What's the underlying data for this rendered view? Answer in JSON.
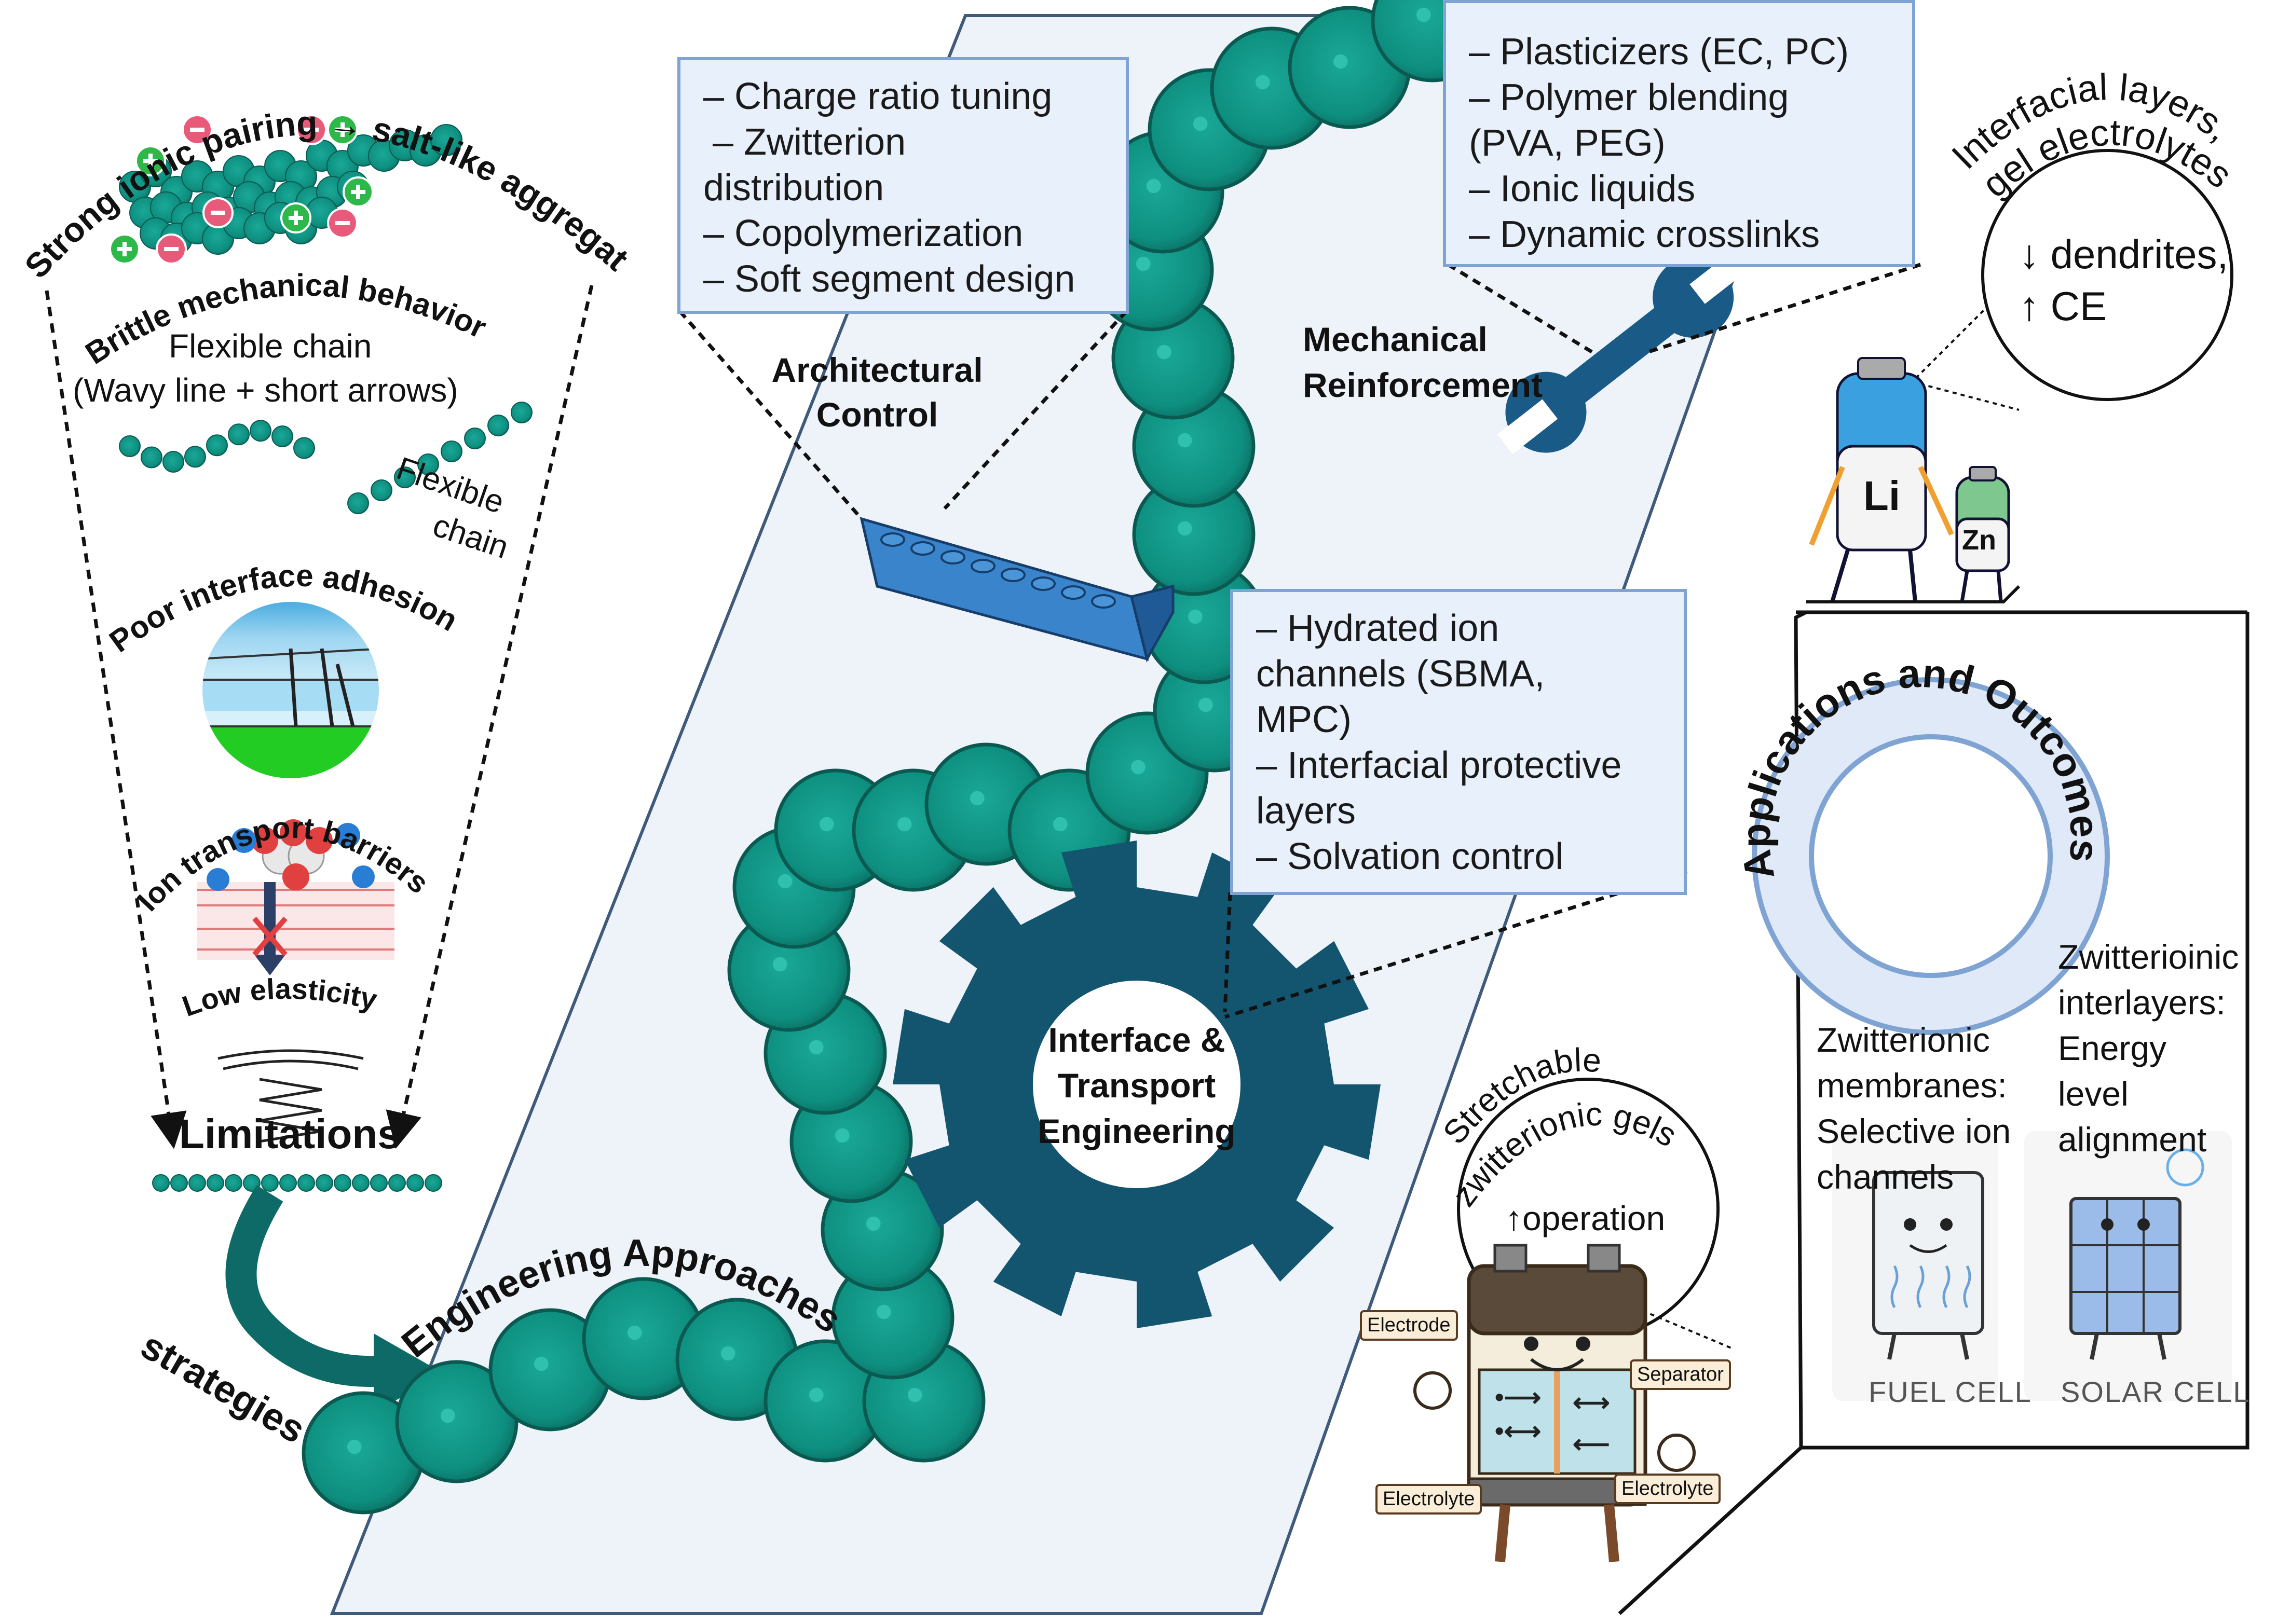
{
  "limitations": {
    "arc_top": "Strong ionic pairing → salt-like aggregation",
    "brittle": "Brittle mechanical behavior",
    "flex_caption_1": "Flexible chain",
    "flex_caption_2": "(Wavy line + short arrows)",
    "flexible_chain_small_1": "Flexible",
    "flexible_chain_small_2": "chain",
    "poor_interface": "Poor interface adhesion",
    "ion_barriers": "Ion transport barriers",
    "low_elasticity": "Low elasticity",
    "title": "Limitations"
  },
  "flow": {
    "strategies": "strategies",
    "engineering_approaches": "Engineering Approaches"
  },
  "architectural": {
    "label_1": "Architectural",
    "label_2": "Control",
    "items": [
      "– Charge ratio tuning",
      "– Zwitterion",
      "distribution",
      "– Copolymerization",
      "– Soft segment design"
    ]
  },
  "mechanical": {
    "label_1": "Mechanical",
    "label_2": "Reinforcement",
    "items": [
      "– Plasticizers (EC, PC)",
      "– Polymer blending",
      "(PVA, PEG)",
      "– Ionic liquids",
      "– Dynamic crosslinks"
    ]
  },
  "interface": {
    "gear_1": "Interface &",
    "gear_2": "Transport",
    "gear_3": "Engineering",
    "items": [
      "– Hydrated ion",
      "channels (SBMA,",
      "MPC)",
      "– Interfacial protective",
      "layers",
      "– Solvation control"
    ]
  },
  "battery": {
    "arc_1": "Interfacial layers,",
    "arc_2": "gel electrolytes",
    "bubble_1": "↓ dendrites,",
    "bubble_2": "↑ CE",
    "li": "Li",
    "zn": "Zn"
  },
  "stretch": {
    "arc_1": "Stretchable",
    "arc_2": "zwitterionic gels",
    "bubble": "↑operation",
    "electrode": "Electrode",
    "separator": "Separator",
    "electrolyte_left": "Electrolyte",
    "electrolyte_right": "Electrolyte"
  },
  "applications": {
    "ring": "Applications and Outcomes",
    "membranes": [
      "Zwitterionic",
      "membranes:",
      "Selective ion",
      "channels"
    ],
    "interlayers": [
      "Zwitterioinic",
      "interlayers:",
      "Energy",
      "level",
      "alignment"
    ],
    "fuel_cell": "FUEL CELL",
    "solar_cell": "SOLAR CELL"
  },
  "colors": {
    "teal": "#0e8f7f",
    "teal_dark": "#0a6d62",
    "gear": "#13546e",
    "box_bg": "#e8f0fb",
    "box_border": "#7fa3d3",
    "band": "#eef3fa",
    "band_border": "#3f5a7a"
  }
}
